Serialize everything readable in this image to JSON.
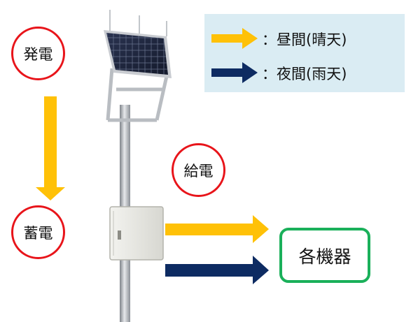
{
  "colors": {
    "daytime_arrow": "#ffc107",
    "nighttime_arrow": "#0d2b62",
    "circle_border": "#e8141a",
    "equipment_border": "#1ab05a",
    "legend_background": "#daecf3"
  },
  "nodes": {
    "generation": "発電",
    "storage": "蓄電",
    "supply": "給電",
    "equipment": "各機器"
  },
  "legend": {
    "daytime": "：昼間(晴天)",
    "nighttime": "：夜間(雨天)"
  },
  "illustration": {
    "icon": "solar-powered-pole"
  }
}
